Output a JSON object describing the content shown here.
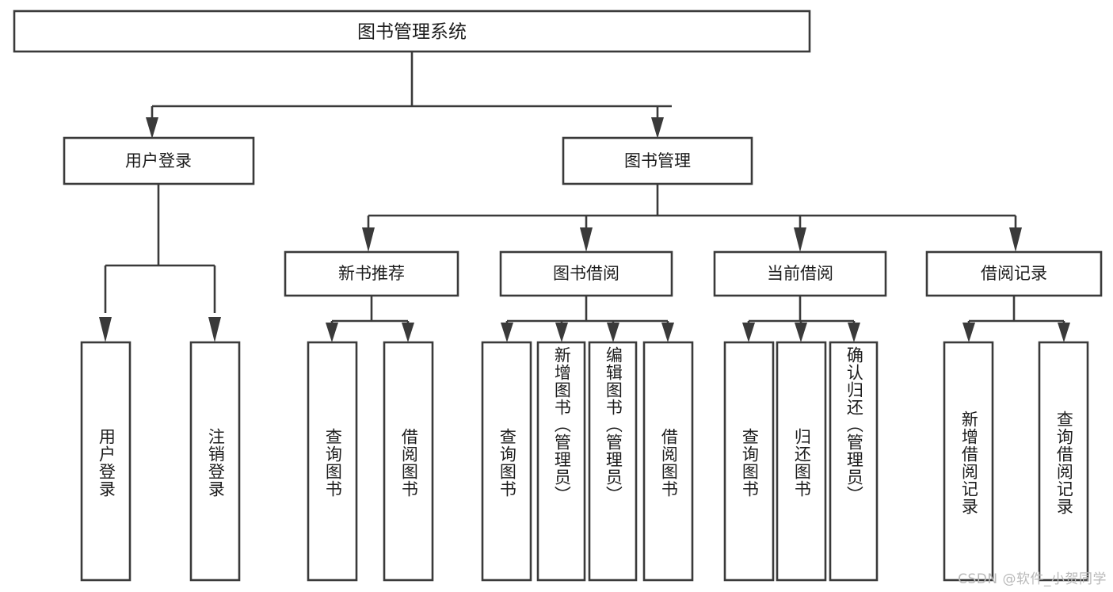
{
  "diagram": {
    "type": "tree-hierarchy-chart",
    "title": "图书管理系统",
    "watermark": "CSDN @软件_小贺同学",
    "colors": {
      "stroke": "#3a3a3a",
      "fill": "#ffffff",
      "text": "#1c1c1c",
      "watermark": "#b9b9b9"
    },
    "root": {
      "id": "root",
      "label": "图书管理系统"
    },
    "level2": [
      {
        "id": "user-login",
        "label": "用户登录"
      },
      {
        "id": "book-manage",
        "label": "图书管理"
      }
    ],
    "level3": [
      {
        "id": "new-book-rec",
        "label": "新书推荐",
        "parent": "book-manage"
      },
      {
        "id": "book-borrow",
        "label": "图书借阅",
        "parent": "book-manage"
      },
      {
        "id": "current-borrow",
        "label": "当前借阅",
        "parent": "book-manage"
      },
      {
        "id": "borrow-record",
        "label": "借阅记录",
        "parent": "book-manage"
      }
    ],
    "leaves": [
      {
        "id": "leaf-user-login",
        "label": "用户登录",
        "parent": "user-login"
      },
      {
        "id": "leaf-logout",
        "label": "注销登录",
        "parent": "user-login"
      },
      {
        "id": "leaf-query-book-1",
        "label": "查询图书",
        "parent": "new-book-rec"
      },
      {
        "id": "leaf-borrow-book-1",
        "label": "借阅图书",
        "parent": "new-book-rec"
      },
      {
        "id": "leaf-query-book-2",
        "label": "查询图书",
        "parent": "book-borrow"
      },
      {
        "id": "leaf-add-book",
        "label": "新增图书（管理员）",
        "parent": "book-borrow"
      },
      {
        "id": "leaf-edit-book",
        "label": "编辑图书（管理员）",
        "parent": "book-borrow"
      },
      {
        "id": "leaf-borrow-book-2",
        "label": "借阅图书",
        "parent": "book-borrow"
      },
      {
        "id": "leaf-query-book-3",
        "label": "查询图书",
        "parent": "current-borrow"
      },
      {
        "id": "leaf-return-book",
        "label": "归还图书",
        "parent": "current-borrow"
      },
      {
        "id": "leaf-confirm-return",
        "label": "确认归还（管理员）",
        "parent": "current-borrow"
      },
      {
        "id": "leaf-add-record",
        "label": "新增借阅记录",
        "parent": "borrow-record"
      },
      {
        "id": "leaf-query-record",
        "label": "查询借阅记录",
        "parent": "borrow-record"
      }
    ]
  }
}
